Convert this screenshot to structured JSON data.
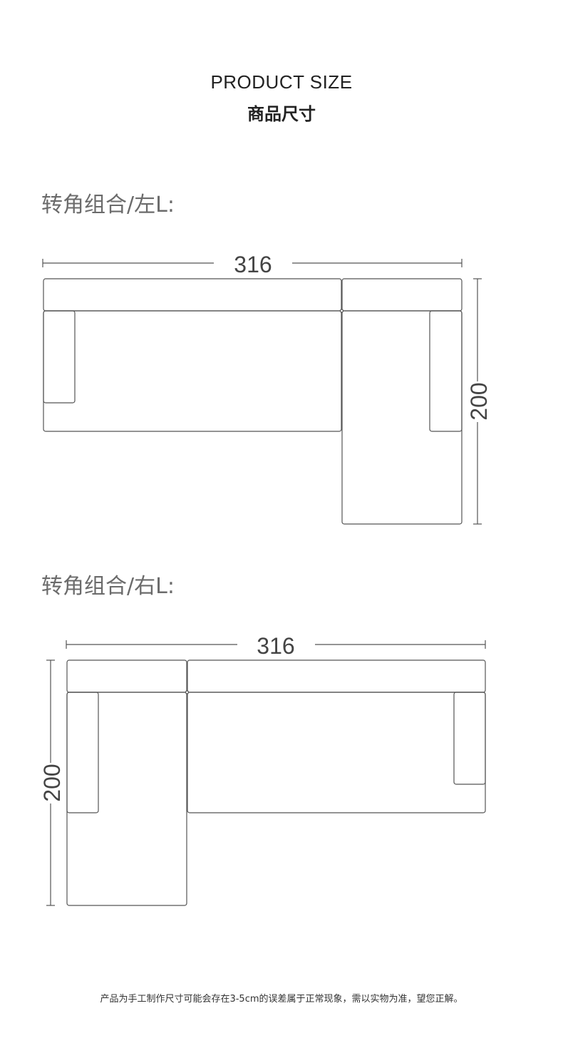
{
  "header": {
    "title_en": "PRODUCT SIZE",
    "title_cn": "商品尺寸"
  },
  "sections": [
    {
      "label": "转角组合/左L:",
      "width_dim": "316",
      "depth_dim": "200"
    },
    {
      "label": "转角组合/右L:",
      "width_dim": "316",
      "depth_dim": "200"
    }
  ],
  "footnote": "产品为手工制作尺寸可能会存在3-5cm的误差属于正常现象，需以实物为准，望您正解。",
  "colors": {
    "outline": "#555555",
    "label": "#6b6b6b"
  }
}
